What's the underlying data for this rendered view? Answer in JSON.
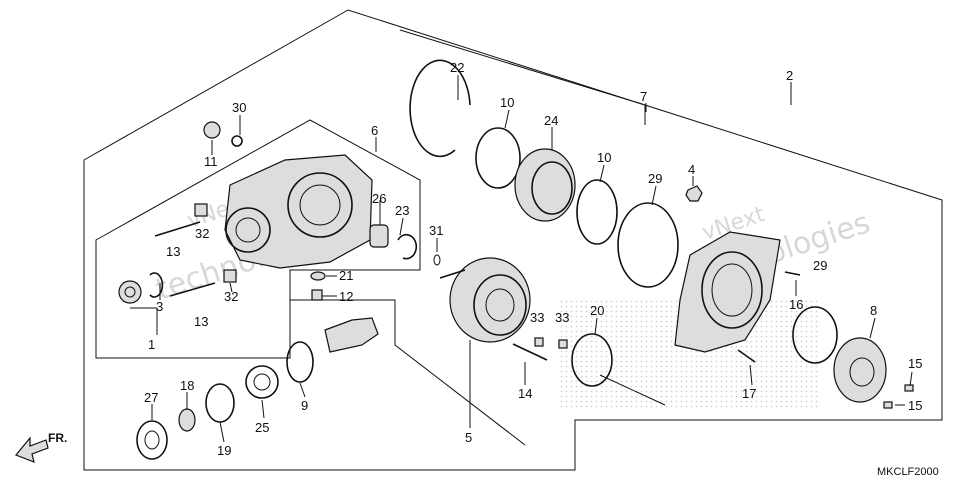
{
  "diagram": {
    "ref_code": "MKCLF2000",
    "direction_label": "FR.",
    "watermark_lines": [
      "vNext",
      "technologies"
    ],
    "callouts": [
      "1",
      "2",
      "3",
      "4",
      "5",
      "6",
      "7",
      "8",
      "9",
      "10",
      "10",
      "11",
      "12",
      "13",
      "13",
      "14",
      "15",
      "15",
      "16",
      "17",
      "18",
      "19",
      "20",
      "21",
      "22",
      "23",
      "24",
      "25",
      "26",
      "27",
      "29",
      "29",
      "30",
      "31",
      "32",
      "32",
      "33",
      "33"
    ],
    "colors": {
      "ink": "#111111",
      "watermark": "#b8b8b8",
      "background": "#ffffff"
    }
  }
}
